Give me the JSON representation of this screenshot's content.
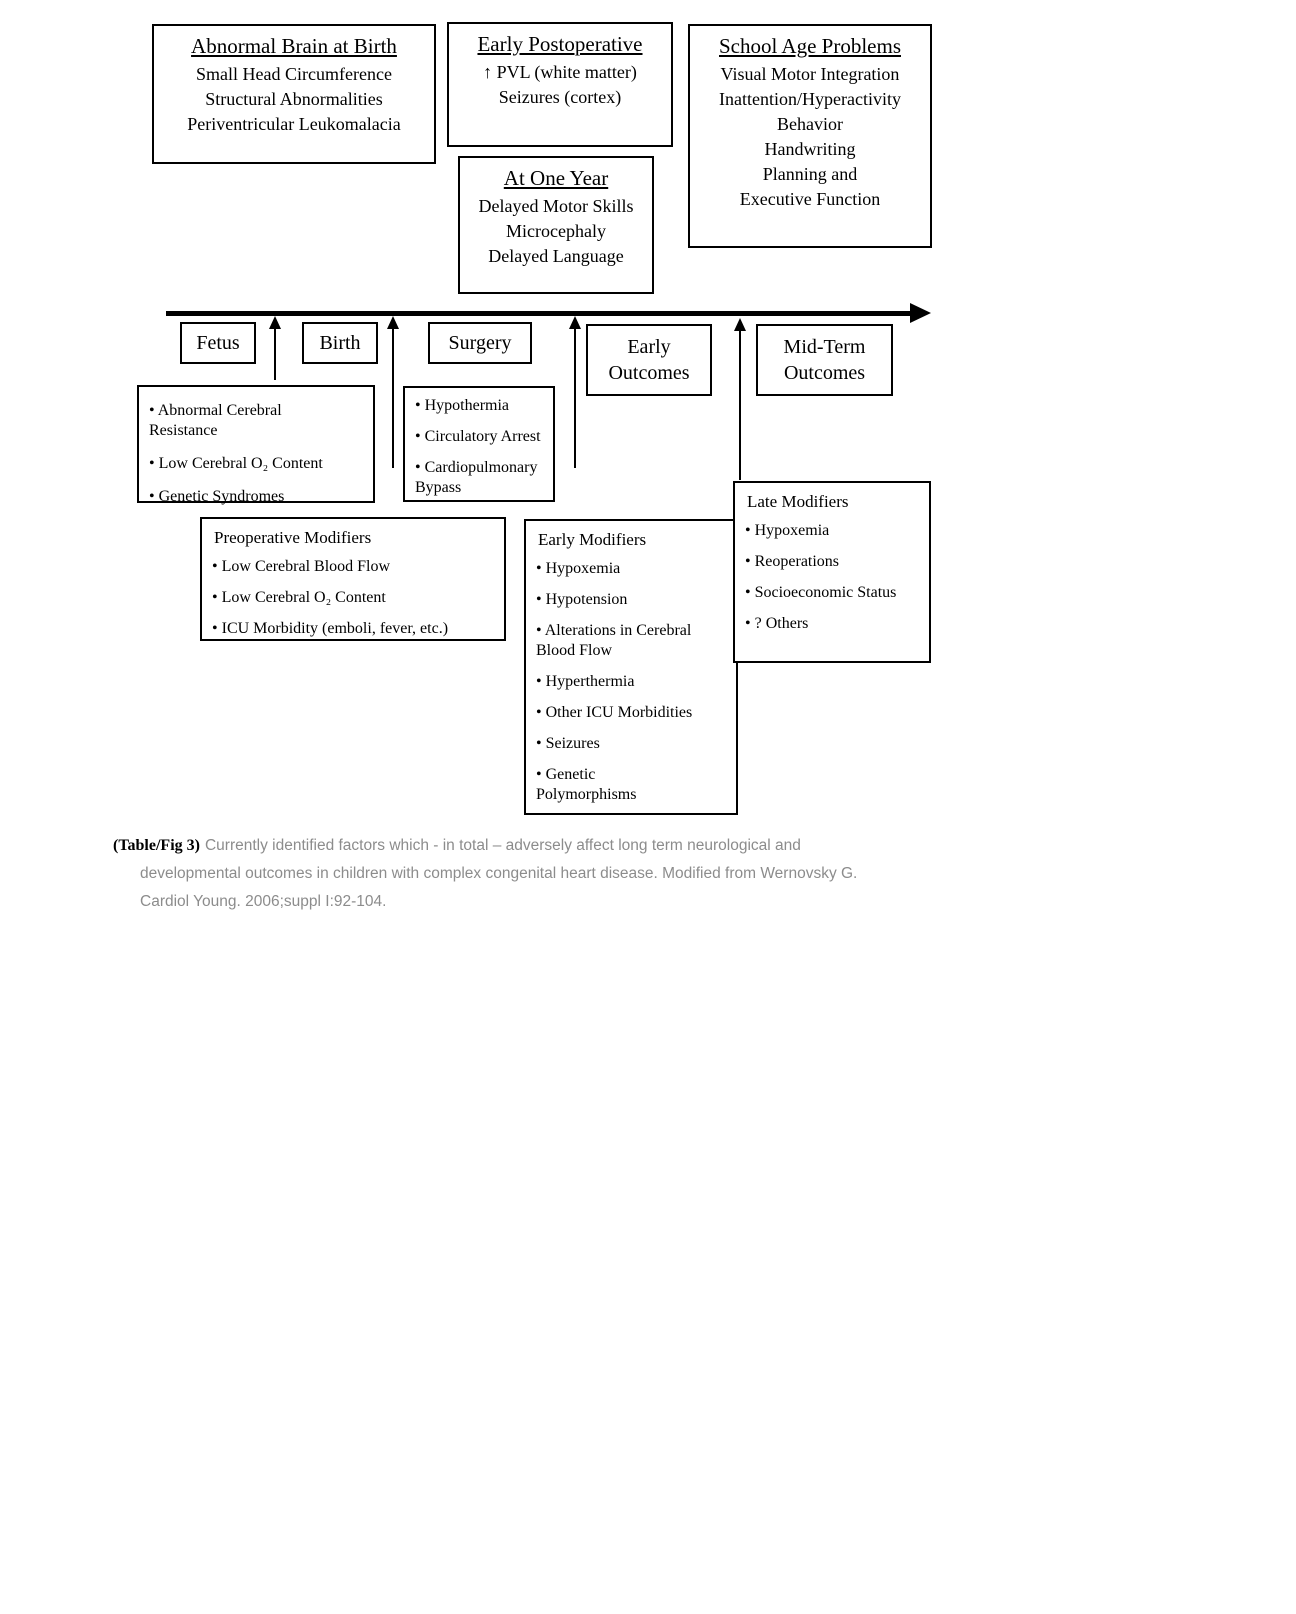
{
  "outcome_boxes": [
    {
      "title": "Abnormal Brain at Birth",
      "items": [
        "Small Head Circumference",
        "Structural Abnormalities",
        "Periventricular Leukomalacia"
      ]
    },
    {
      "title": "Early Postoperative",
      "items": [
        "↑ PVL (white matter)",
        "Seizures (cortex)"
      ]
    },
    {
      "title": "School Age Problems",
      "items": [
        "Visual Motor Integration",
        "Inattention/Hyperactivity",
        "Behavior",
        "Handwriting",
        "Planning and",
        "Executive Function"
      ]
    },
    {
      "title": "At One Year",
      "items": [
        "Delayed Motor Skills",
        "Microcephaly",
        "Delayed Language"
      ]
    }
  ],
  "timeline_labels": [
    "Fetus",
    "Birth",
    "Surgery",
    "Early Outcomes",
    "Mid-Term Outcomes"
  ],
  "factor_boxes": [
    {
      "items": [
        "Abnormal Cerebral\nResistance",
        "Low Cerebral O₂ Content",
        "Genetic Syndromes"
      ]
    },
    {
      "items": [
        "Hypothermia",
        "Circulatory Arrest",
        "Cardiopulmonary\nBypass"
      ]
    },
    {
      "title": "Preoperative Modifiers",
      "items": [
        "Low Cerebral Blood Flow",
        "Low Cerebral O₂ Content",
        "ICU Morbidity (emboli, fever, etc.)"
      ]
    },
    {
      "title": "Early Modifiers",
      "items": [
        "Hypoxemia",
        "Hypotension",
        "Alterations in Cerebral\nBlood Flow",
        "Hyperthermia",
        "Other ICU Morbidities",
        "Seizures",
        "Genetic\nPolymorphisms"
      ]
    },
    {
      "title": "Late Modifiers",
      "items": [
        "Hypoxemia",
        "Reoperations",
        "Socioeconomic Status",
        "? Others"
      ]
    }
  ],
  "caption": {
    "label": "(Table/Fig 3)",
    "lines": [
      "Currently identified factors which - in total – adversely affect long term neurological and",
      "developmental outcomes in children with complex congenital heart disease. Modified from Wernovsky G.",
      "Cardiol Young. 2006;suppl I:92-104."
    ]
  }
}
